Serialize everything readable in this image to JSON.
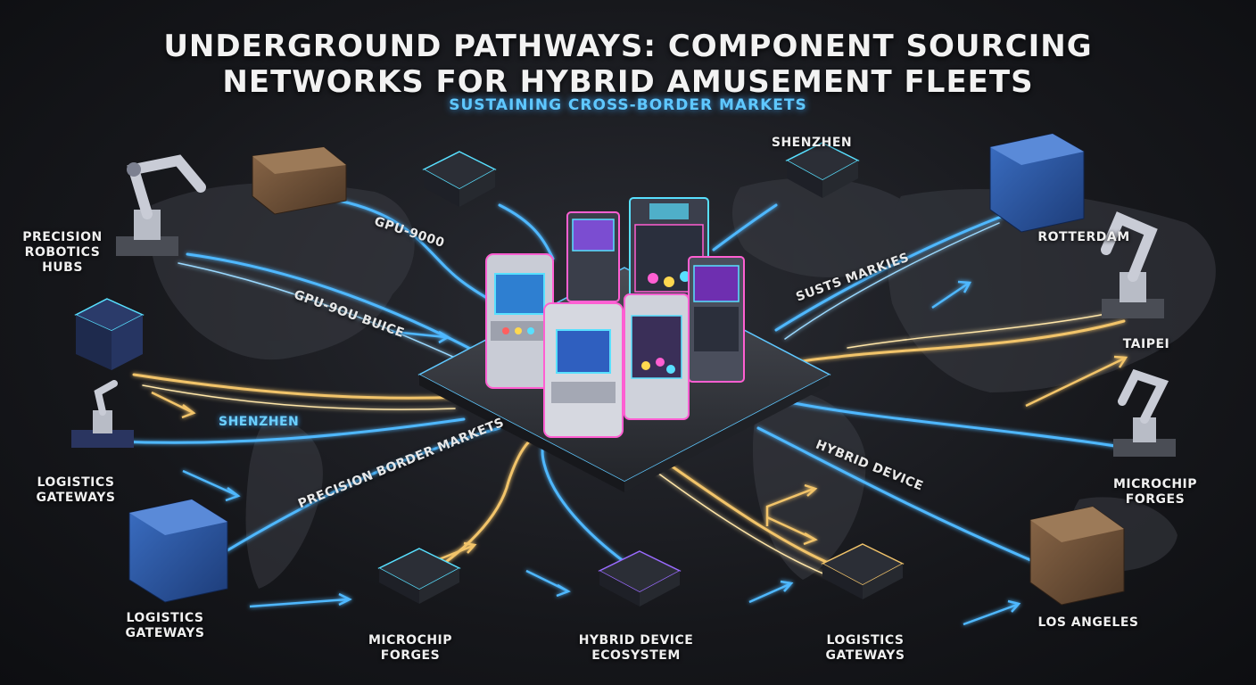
{
  "title_line1": "UNDERGROUND PATHWAYS: COMPONENT SOURCING",
  "title_line2": "NETWORKS FOR HYBRID AMUSEMENT FLEETS",
  "subtitle": "SUSTAINING CROSS-BORDER MARKETS",
  "nodes": {
    "precision_robotics_hubs": "PRECISION\nROBOTICS\nHUBS",
    "logistics_gateways_left": "LOGISTICS\nGATEWAYS",
    "logistics_gateways_bottom_left": "LOGISTICS\nGATEWAYS",
    "microchip_forges_bottom": "MICROCHIP\nFORGES",
    "hybrid_device_ecosystem": "HYBRID DEVICE\nECOSYSTEM",
    "logistics_gateways_bottom_right": "LOGISTICS\nGATEWAYS",
    "los_angeles": "LOS ANGELES",
    "microchip_forges_right": "MICROCHIP\nFORGES",
    "taipei": "TAIPEI",
    "rotterdam": "ROTTERDAM",
    "shenzhen_top": "SHENZHEN"
  },
  "route_labels": {
    "gpu_9000": "GPU-9000",
    "gpu_9000_buice": "GPU-9OU BUICE",
    "shenzhen_route": "SHENZHEN",
    "precision_border_markets": "PRECISION BORDER MARKETS",
    "susts_markies": "SUSTS MARKIES",
    "hybrid_device_route": "HYBRID DEVICE"
  },
  "colors": {
    "blue_route": "#4fb8ff",
    "gold_route": "#f2c46a",
    "neon_pink": "#ff5fd2",
    "neon_cyan": "#58e0ff"
  },
  "icons": {
    "robot_arm": "robot-arm-icon",
    "shipping_container": "shipping-container-icon",
    "microchip": "microchip-icon",
    "server_stack": "server-stack-icon",
    "arcade_cabinet": "arcade-cabinet-icon",
    "claw_machine": "claw-machine-icon"
  }
}
